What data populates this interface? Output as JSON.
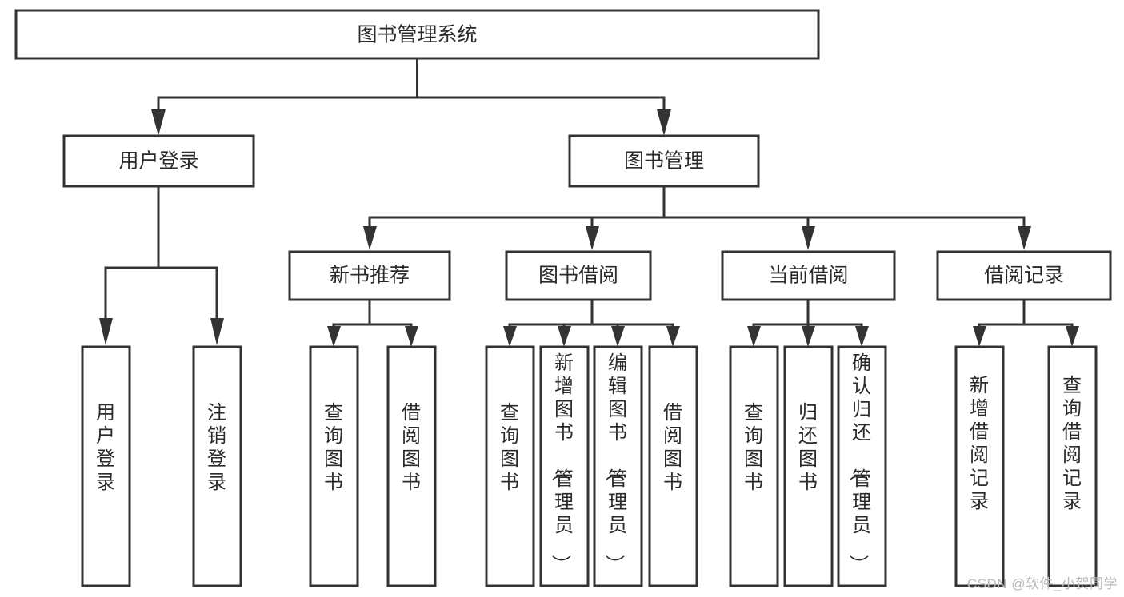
{
  "diagram": {
    "type": "tree-hierarchy",
    "orientation": "top-down",
    "background_color": "#ffffff",
    "box_border_color": "#333333",
    "box_fill_color": "#ffffff",
    "connector_color": "#333333",
    "text_color": "#2a2a2a",
    "root": {
      "id": "root",
      "label": "图书管理系统",
      "text_orientation": "horizontal"
    },
    "level2": [
      {
        "id": "user-login",
        "label": "用户登录",
        "text_orientation": "horizontal"
      },
      {
        "id": "book-management",
        "label": "图书管理",
        "text_orientation": "horizontal"
      }
    ],
    "level3": [
      {
        "id": "new-book-recommend",
        "label": "新书推荐",
        "text_orientation": "horizontal",
        "parent": "book-management"
      },
      {
        "id": "book-borrow",
        "label": "图书借阅",
        "text_orientation": "horizontal",
        "parent": "book-management"
      },
      {
        "id": "current-borrow",
        "label": "当前借阅",
        "text_orientation": "horizontal",
        "parent": "book-management"
      },
      {
        "id": "borrow-record",
        "label": "借阅记录",
        "text_orientation": "horizontal",
        "parent": "book-management"
      }
    ],
    "leaves": [
      {
        "id": "leaf-user-login",
        "label": "用户登录",
        "text_orientation": "vertical",
        "parent": "user-login"
      },
      {
        "id": "leaf-logout-login",
        "label": "注销登录",
        "text_orientation": "vertical",
        "parent": "user-login"
      },
      {
        "id": "leaf-query-book-1",
        "label": "查询图书",
        "text_orientation": "vertical",
        "parent": "new-book-recommend"
      },
      {
        "id": "leaf-borrow-book-1",
        "label": "借阅图书",
        "text_orientation": "vertical",
        "parent": "new-book-recommend"
      },
      {
        "id": "leaf-query-book-2",
        "label": "查询图书",
        "text_orientation": "vertical",
        "parent": "book-borrow"
      },
      {
        "id": "leaf-add-book-admin",
        "label": "新增图书（管理员）",
        "text_orientation": "vertical",
        "parent": "book-borrow"
      },
      {
        "id": "leaf-edit-book-admin",
        "label": "编辑图书（管理员）",
        "text_orientation": "vertical",
        "parent": "book-borrow"
      },
      {
        "id": "leaf-borrow-book-2",
        "label": "借阅图书",
        "text_orientation": "vertical",
        "parent": "book-borrow"
      },
      {
        "id": "leaf-query-book-3",
        "label": "查询图书",
        "text_orientation": "vertical",
        "parent": "current-borrow"
      },
      {
        "id": "leaf-return-book",
        "label": "归还图书",
        "text_orientation": "vertical",
        "parent": "current-borrow"
      },
      {
        "id": "leaf-confirm-return-admin",
        "label": "确认归还（管理员）",
        "text_orientation": "vertical",
        "parent": "current-borrow"
      },
      {
        "id": "leaf-add-borrow-record",
        "label": "新增借阅记录",
        "text_orientation": "vertical",
        "parent": "borrow-record"
      },
      {
        "id": "leaf-query-borrow-record",
        "label": "查询借阅记录",
        "text_orientation": "vertical",
        "parent": "borrow-record"
      }
    ]
  },
  "watermark": {
    "text": "CSDN @软件_小贺同学"
  }
}
